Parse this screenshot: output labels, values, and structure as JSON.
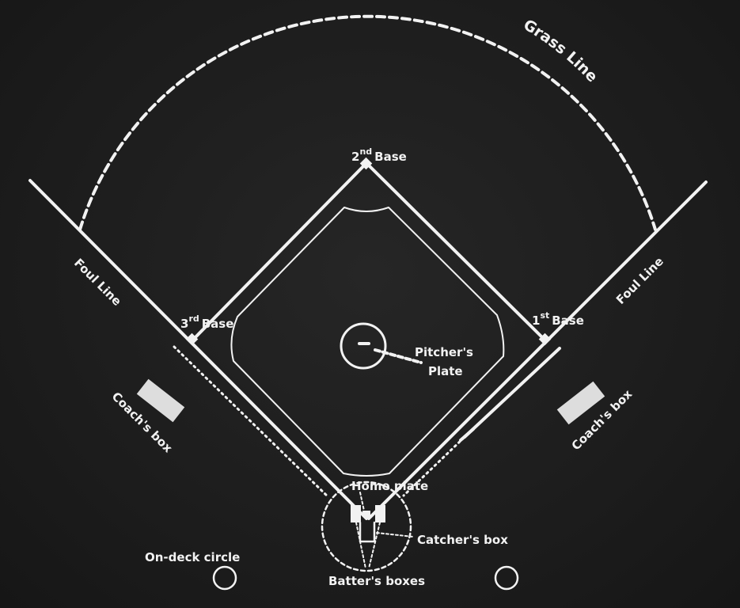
{
  "diagram": {
    "labels": {
      "grass_line": "Grass Line",
      "foul_line_left": "Foul Line",
      "foul_line_right": "Foul Line",
      "second_base_num": "2",
      "second_base_sup": "nd",
      "second_base_word": "Base",
      "third_base_num": "3",
      "third_base_sup": "rd",
      "third_base_word": "Base",
      "first_base_num": "1",
      "first_base_sup": "st",
      "first_base_word": "Base",
      "pitchers_word": "Pitcher's",
      "plate_word": "Plate",
      "coachs_box_left": "Coach's box",
      "coachs_box_right": "Coach's box",
      "home_plate": "Home plate",
      "catchers_box": "Catcher's box",
      "on_deck_circle": "On-deck circle",
      "batters_boxes": "Batter's boxes"
    },
    "colors": {
      "background": "#1d1d1d",
      "chalk": "#f2f2f2"
    }
  }
}
